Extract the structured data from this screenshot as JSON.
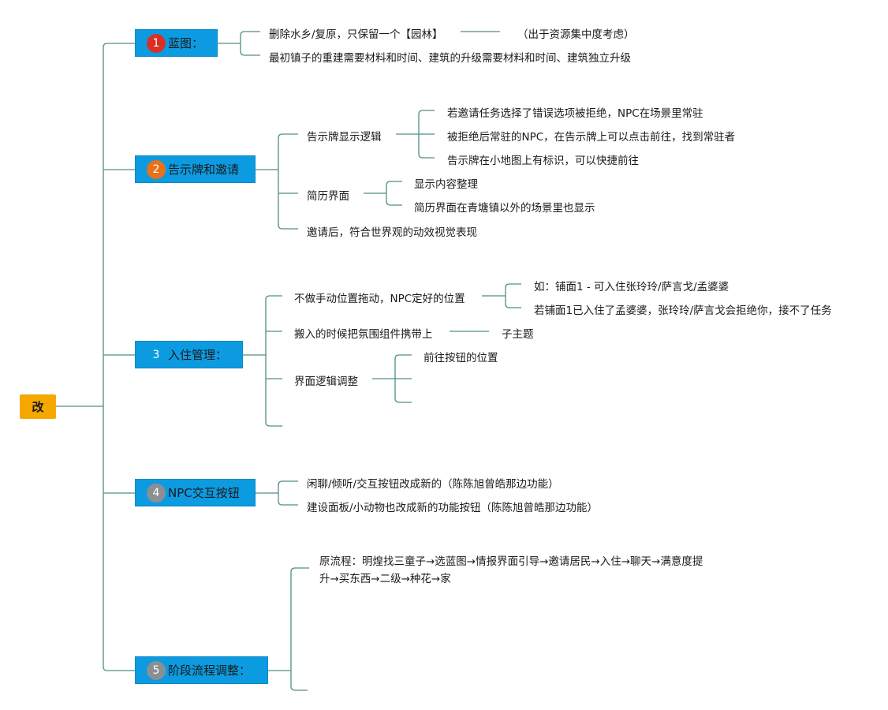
{
  "root": {
    "label": "改",
    "color": "#f5a800"
  },
  "branches": [
    {
      "num": "1",
      "label": "蓝图：",
      "badge_color": "#d93025",
      "items": [
        {
          "text": "删除水乡/复原，只保留一个【园林】",
          "note": "（出于资源集中度考虑）"
        },
        {
          "text": "最初镇子的重建需要材料和时间、建筑的升级需要材料和时间、建筑独立升级"
        }
      ]
    },
    {
      "num": "2",
      "label": "告示牌和邀请",
      "badge_color": "#e8711a",
      "items": [
        {
          "text": "告示牌显示逻辑",
          "children": [
            "若邀请任务选择了错误选项被拒绝，NPC在场景里常驻",
            "被拒绝后常驻的NPC，在告示牌上可以点击前往，找到常驻者",
            "告示牌在小地图上有标识，可以快捷前往"
          ]
        },
        {
          "text": "简历界面",
          "children": [
            "显示内容整理",
            "简历界面在青塘镇以外的场景里也显示"
          ]
        },
        {
          "text": "邀请后，符合世界观的动效视觉表现"
        }
      ]
    },
    {
      "num": "3",
      "label": "入住管理：",
      "badge_color": "#0c9be0",
      "items": [
        {
          "text": "不做手动位置拖动，NPC定好的位置",
          "children": [
            "如：铺面1 - 可入住张玲玲/萨言戈/孟婆婆",
            "若铺面1已入住了孟婆婆，张玲玲/萨言戈会拒绝你，接不了任务"
          ]
        },
        {
          "text": "搬入的时候把氛围组件携带上",
          "note": "子主题"
        },
        {
          "text": "界面逻辑调整",
          "children": [
            "前往按钮的位置",
            "",
            ""
          ]
        },
        {
          "text": ""
        }
      ]
    },
    {
      "num": "4",
      "label": "NPC交互按钮",
      "badge_color": "#8a8f94",
      "items": [
        {
          "text": "闲聊/倾听/交互按钮改成新的（陈陈旭曾皓那边功能）"
        },
        {
          "text": "建设面板/小动物也改成新的功能按钮（陈陈旭曾皓那边功能）"
        }
      ]
    },
    {
      "num": "5",
      "label": "阶段流程调整：",
      "badge_color": "#8a8f94",
      "items": [
        {
          "text": "原流程：明煌找三童子→选蓝图→情报界面引导→邀请居民→入住→聊天→满意度提升→买东西→二级→种花→家"
        },
        {
          "text": ""
        }
      ]
    }
  ],
  "colors": {
    "line": "#4f8f86",
    "branch_fill": "#0c9be0"
  }
}
